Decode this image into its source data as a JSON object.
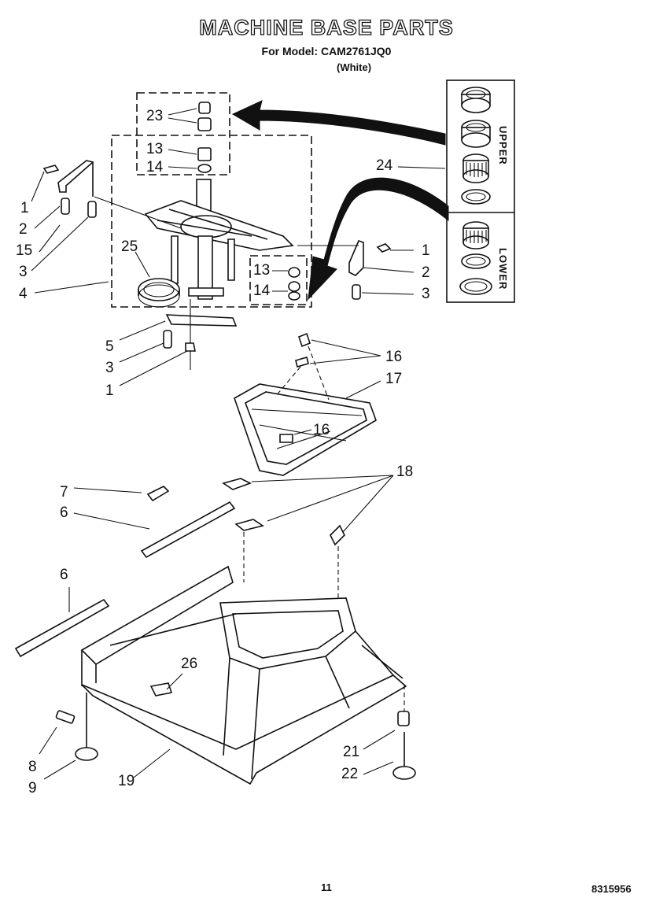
{
  "title": "MACHINE BASE PARTS",
  "model_line": "For Model: CAM2761JQ0",
  "color_line": "(White)",
  "page_number": "11",
  "doc_number": "8315956",
  "ring_set_labels": {
    "upper": "UPPER",
    "lower": "LOWER"
  },
  "callouts": [
    {
      "id": "c23",
      "text": "23"
    },
    {
      "id": "c13a",
      "text": "13"
    },
    {
      "id": "c14a",
      "text": "14"
    },
    {
      "id": "c24",
      "text": "24"
    },
    {
      "id": "c1a",
      "text": "1"
    },
    {
      "id": "c2a",
      "text": "2"
    },
    {
      "id": "c15",
      "text": "15"
    },
    {
      "id": "c3a",
      "text": "3"
    },
    {
      "id": "c4",
      "text": "4"
    },
    {
      "id": "c25",
      "text": "25"
    },
    {
      "id": "c13b",
      "text": "13"
    },
    {
      "id": "c14b",
      "text": "14"
    },
    {
      "id": "c1b",
      "text": "1"
    },
    {
      "id": "c2b",
      "text": "2"
    },
    {
      "id": "c3b",
      "text": "3"
    },
    {
      "id": "c5",
      "text": "5"
    },
    {
      "id": "c3c",
      "text": "3"
    },
    {
      "id": "c1c",
      "text": "1"
    },
    {
      "id": "c16a",
      "text": "16"
    },
    {
      "id": "c17",
      "text": "17"
    },
    {
      "id": "c16b",
      "text": "16"
    },
    {
      "id": "c18",
      "text": "18"
    },
    {
      "id": "c7",
      "text": "7"
    },
    {
      "id": "c6a",
      "text": "6"
    },
    {
      "id": "c6b",
      "text": "6"
    },
    {
      "id": "c26",
      "text": "26"
    },
    {
      "id": "c8",
      "text": "8"
    },
    {
      "id": "c9",
      "text": "9"
    },
    {
      "id": "c19",
      "text": "19"
    },
    {
      "id": "c21",
      "text": "21"
    },
    {
      "id": "c22",
      "text": "22"
    }
  ]
}
